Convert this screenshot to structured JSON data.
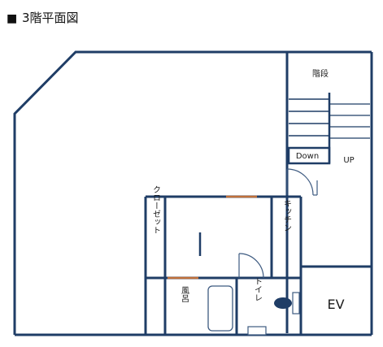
{
  "title": {
    "marker": "■",
    "text": "3階平面図"
  },
  "rooms": {
    "stairs": "階段",
    "down": "Down",
    "up": "UP",
    "closet": "クローゼット",
    "kitchen": "キッチン",
    "bath": "風呂",
    "toilet": "トイレ",
    "elevator": "EV"
  },
  "colors": {
    "wall": "#1f3d66",
    "door_opening": "#c0703a",
    "thin_line": "#3d5a80",
    "toilet_fixture": "#1f3d66"
  }
}
